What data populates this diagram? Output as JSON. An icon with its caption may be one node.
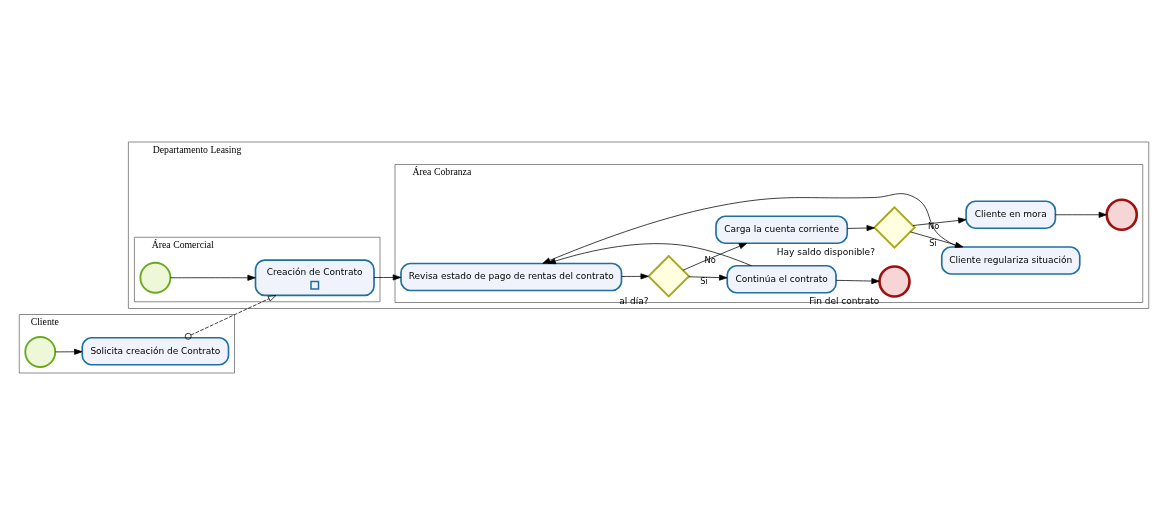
{
  "diagram": {
    "nodes": [
      {
        "text": [
          "Departamento Leasing"
        ]
      },
      {
        "text": [
          "Área Cobranza"
        ],
        "in": 0
      },
      {
        "text": [
          "Área Comercial"
        ],
        "in": 0
      },
      {
        "text": [
          "Cliente"
        ]
      },
      {
        "text": [
          "Revisa estado de pago de rentas del contrato"
        ],
        "in": 1
      },
      {
        "text": [],
        "shape": "diamond",
        "beside": [
          "al día?"
        ],
        "in": 1
      },
      {
        "text": [
          "Continúa el contrato"
        ],
        "in": 1
      },
      {
        "text": [
          "Carga la cuenta corriente"
        ],
        "in": 1
      },
      {
        "text": [],
        "shape": "circle",
        "beside": [
          "Fin del contrato"
        ],
        "in": 1
      },
      {
        "text": [],
        "shape": "diamond",
        "beside": [
          "Hay saldo disponible?"
        ],
        "in": 1
      },
      {
        "text": [
          "Cliente regulariza situación"
        ],
        "in": 1
      },
      {
        "text": [
          "Cliente en mora"
        ],
        "in": 1
      },
      {
        "text": [],
        "shape": "circle",
        "in": 1
      },
      {
        "text": [],
        "shape": "circle",
        "in": 2
      },
      {
        "text": [
          "Creación de Contrato"
        ],
        "in": 2
      },
      {
        "text": [],
        "shape": "circle",
        "in": 3
      },
      {
        "text": [
          "Solicita creación de Contrato"
        ],
        "in": 3
      }
    ],
    "edges": [
      {
        "from": 15,
        "to": 16,
        "arrow": "to"
      },
      {
        "from": 16,
        "to": 14,
        "arrow": "to",
        "style": "dashed"
      },
      {
        "from": 13,
        "to": 14,
        "arrow": "to"
      },
      {
        "from": 14,
        "to": 4,
        "arrow": "to"
      },
      {
        "from": 4,
        "to": 5,
        "arrow": "to"
      },
      {
        "from": 5,
        "to": 6,
        "arrow": "to",
        "label": "Si"
      },
      {
        "from": 5,
        "to": 7,
        "arrow": "to",
        "label": "No"
      },
      {
        "from": 6,
        "to": 8,
        "arrow": "to"
      },
      {
        "from": 6,
        "to": 4,
        "arrow": "to"
      },
      {
        "from": 7,
        "to": 9,
        "arrow": "to"
      },
      {
        "from": 9,
        "to": 10,
        "arrow": "to",
        "label": "Si"
      },
      {
        "from": 9,
        "to": 11,
        "arrow": "to",
        "label": "No"
      },
      {
        "from": 10,
        "to": 4,
        "arrow": "to"
      },
      {
        "from": 11,
        "to": 12,
        "arrow": "to"
      }
    ]
  }
}
